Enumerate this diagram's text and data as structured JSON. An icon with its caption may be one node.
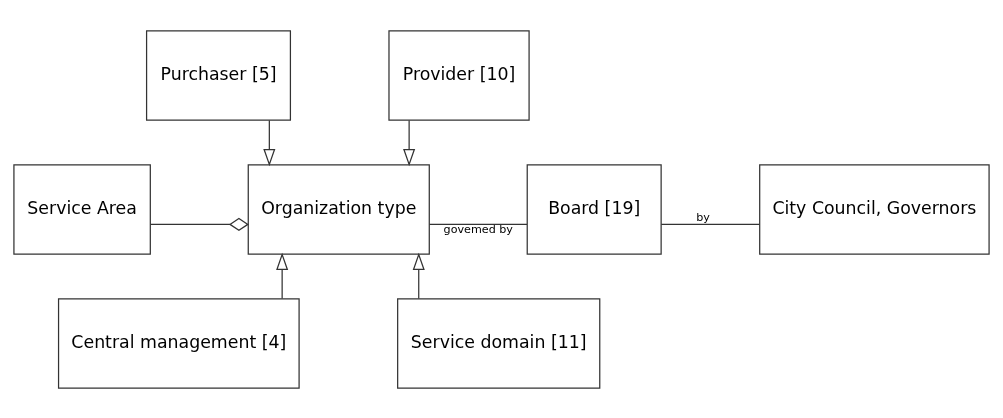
{
  "diagram": {
    "nodes": [
      {
        "text": [
          "Purchaser [5]"
        ]
      },
      {
        "text": [
          "Provider [10]"
        ]
      },
      {
        "text": [
          "Service Area"
        ]
      },
      {
        "text": [
          "Organization type"
        ]
      },
      {
        "text": [
          "Board [19]"
        ]
      },
      {
        "text": [
          "City Council, Governors"
        ]
      },
      {
        "text": [
          "Central management [4]"
        ]
      },
      {
        "text": [
          "Service domain [11]"
        ]
      }
    ],
    "edges": [
      {
        "from": 0,
        "to": 3,
        "arrow": "to"
      },
      {
        "from": 1,
        "to": 3,
        "arrow": "to"
      },
      {
        "from": 2,
        "to": 3,
        "arrow": "other"
      },
      {
        "from": 3,
        "to": 4,
        "arrow": "none",
        "label": "govemed by"
      },
      {
        "from": 4,
        "to": 5,
        "arrow": "none",
        "label": "by"
      },
      {
        "from": 6,
        "to": 3,
        "arrow": "to"
      },
      {
        "from": 7,
        "to": 3,
        "arrow": "to"
      }
    ]
  }
}
